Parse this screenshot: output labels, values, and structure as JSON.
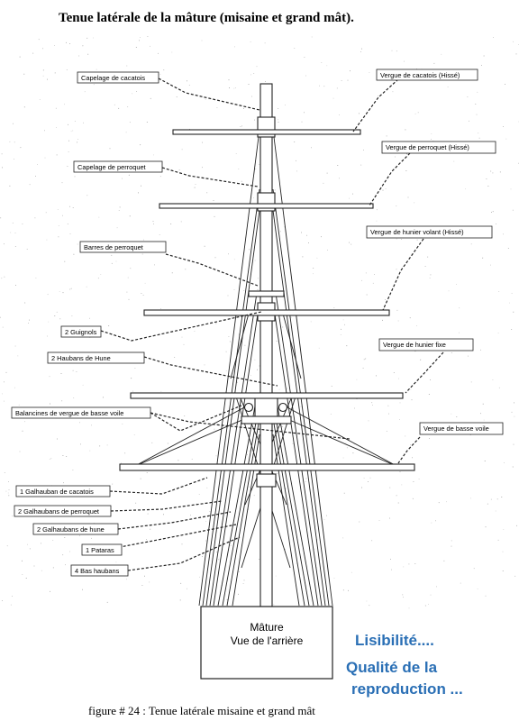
{
  "title": "Tenue latérale de la mâture (misaine et grand mât).",
  "caption": "figure # 24 : Tenue latérale misaine et grand mât",
  "base_box": {
    "line1": "Mâture",
    "line2": "Vue de l'arrière"
  },
  "note": {
    "line1": "Lisibilité....",
    "line2": "Qualité de la",
    "line3": "reproduction ...",
    "color": "#2a6fb5"
  },
  "labels_left": [
    "Capelage de cacatois",
    "Capelage de perroquet",
    "Barres de perroquet",
    "2 Guignols",
    "2 Haubans de Hune",
    "Balancines de vergue de basse voile",
    "1 Galhauban de cacatois",
    "2 Galhaubans de perroquet",
    "2 Galhaubans de hune",
    "1 Pataras",
    "4 Bas haubans"
  ],
  "labels_right": [
    "Vergue de cacatois (Hissé)",
    "Vergue de perroquet (Hissé)",
    "Vergue de hunier volant (Hissé)",
    "Vergue de hunier fixe",
    "Vergue de basse voile"
  ]
}
